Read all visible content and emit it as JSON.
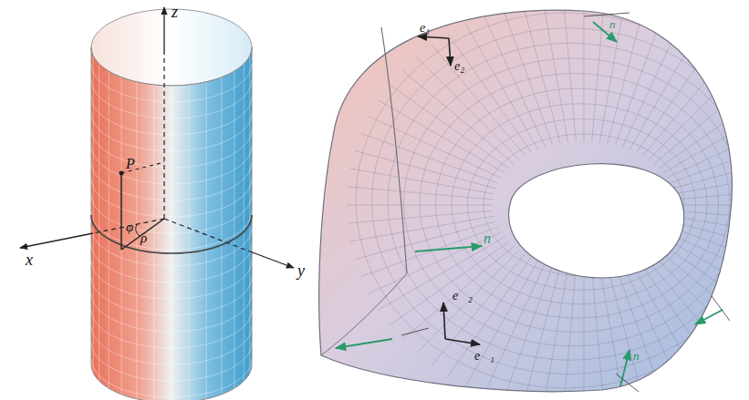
{
  "diagram": {
    "labels": [
      "z",
      "P",
      "φ",
      "ρ",
      "x",
      "y",
      "e₁",
      "e₂",
      "n⃗",
      "e⃗₂",
      "e⃗₁",
      "n⃗",
      "n⃗"
    ]
  }
}
